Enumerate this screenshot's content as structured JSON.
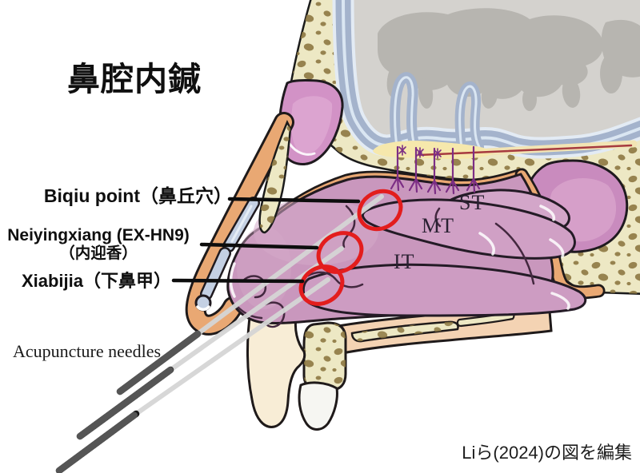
{
  "title": "鼻腔内鍼",
  "labels": {
    "biqiu": "Biqiu point（鼻丘穴）",
    "neiyingxiang_line1": "Neiyingxiang (EX-HN9)",
    "neiyingxiang_line2": "（内迎香）",
    "xiabijia": "Xiabijia（下鼻甲）",
    "needles": "Acupuncture needles"
  },
  "diagram": {
    "turbinates": {
      "superior": "ST",
      "middle": "MT",
      "inferior": "IT"
    },
    "annotation_count": "3"
  },
  "attribution": "Liら(2024)の図を編集",
  "colors": {
    "annotation_red": "#e31d1d",
    "callout_black": "#0d0d0d",
    "needle_shaft_gray": "#d5d5d5",
    "needle_handle_black": "#151515",
    "bone_cream": "#ede8c4",
    "bone_spot_brown": "#8d7842",
    "cavity_mauve": "#c997bd",
    "turbinate_pink": "#d3a6c9",
    "sinus_pink": "#d292c6",
    "skin_orange": "#e9a873",
    "brain_gray": "#d4d2ce",
    "gyri_gray": "#b7b5b0",
    "meninges_blue": "#a4b3cc",
    "olfactory_yellow": "#f6e8ac",
    "nerve_purple": "#7c2e85",
    "palate_peach": "#f4d3b3"
  }
}
